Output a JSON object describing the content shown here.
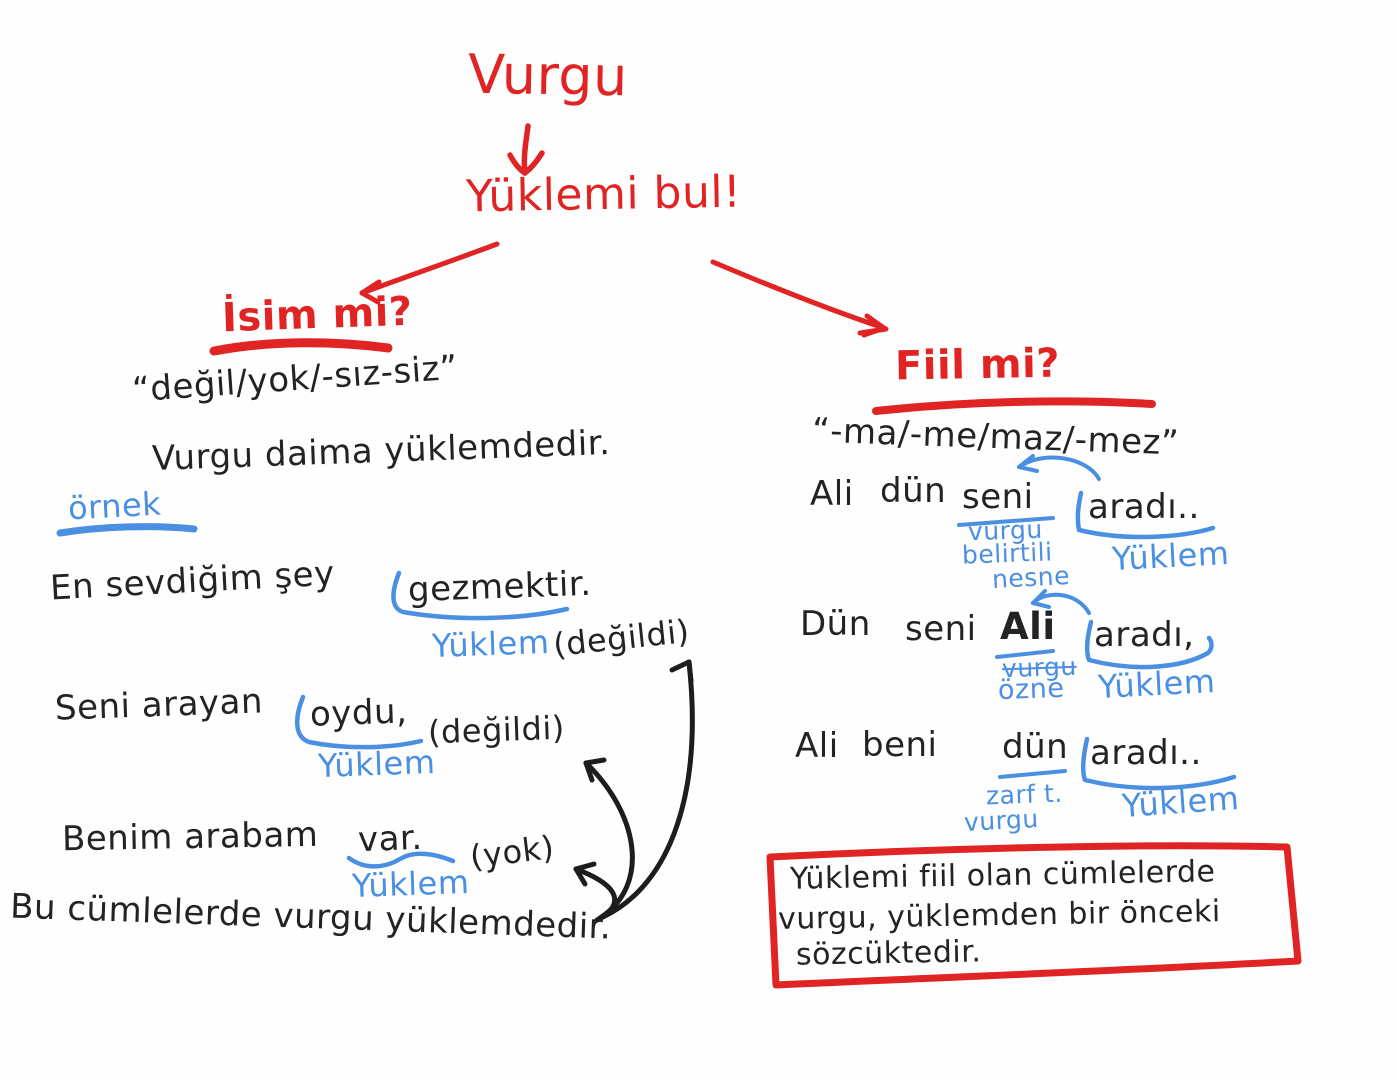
{
  "palette": {
    "red": "#e02424",
    "blue": "#4a8fe2",
    "black": "#232323",
    "background": "#fefefe"
  },
  "flow": {
    "title": "Vurgu",
    "down_arrow": "↓",
    "subtitle": "Yüklemi bul!"
  },
  "left": {
    "heading": "İsim mi?",
    "suffix_rule": "“değil/yok/-sız-siz”",
    "rule": "Vurgu daima yüklemdedir.",
    "example_label": "örnek",
    "examples": [
      {
        "pre": "En sevdiğim şey",
        "pred": "gezmektir.",
        "pred_label": "Yüklem",
        "alt": "(değildi)"
      },
      {
        "pre": "Seni arayan",
        "pred": "oydu,",
        "pred_label": "Yüklem",
        "alt": "(değildi)"
      },
      {
        "pre": "Benim arabam",
        "pred": "var.",
        "pred_label": "Yüklem",
        "alt": "(yok)"
      }
    ],
    "footnote": "Bu cümlelerde vurgu yüklemdedir."
  },
  "right": {
    "heading": "Fiil mi?",
    "suffix_rule": "“-ma/-me/maz/-mez”",
    "examples": [
      {
        "w1": "Ali",
        "w2": "dün",
        "stress": "seni",
        "labels": [
          "vurgu",
          "belirtili",
          "nesne"
        ],
        "pred": "aradı..",
        "pred_label": "Yüklem"
      },
      {
        "w1": "Dün",
        "w2": "seni",
        "stress": "Ali",
        "labels": [
          "vurgu",
          "özne"
        ],
        "pred": "aradı,",
        "pred_label": "Yüklem"
      },
      {
        "w1": "Ali",
        "w2": "beni",
        "stress": "dün",
        "labels": [
          "zarf t.",
          "vurgu"
        ],
        "pred": "aradı..",
        "pred_label": "Yüklem"
      }
    ],
    "note_lines": [
      "Yüklemi fiil olan cümlelerde",
      "vurgu, yüklemden bir önceki",
      "sözcüktedir."
    ]
  }
}
